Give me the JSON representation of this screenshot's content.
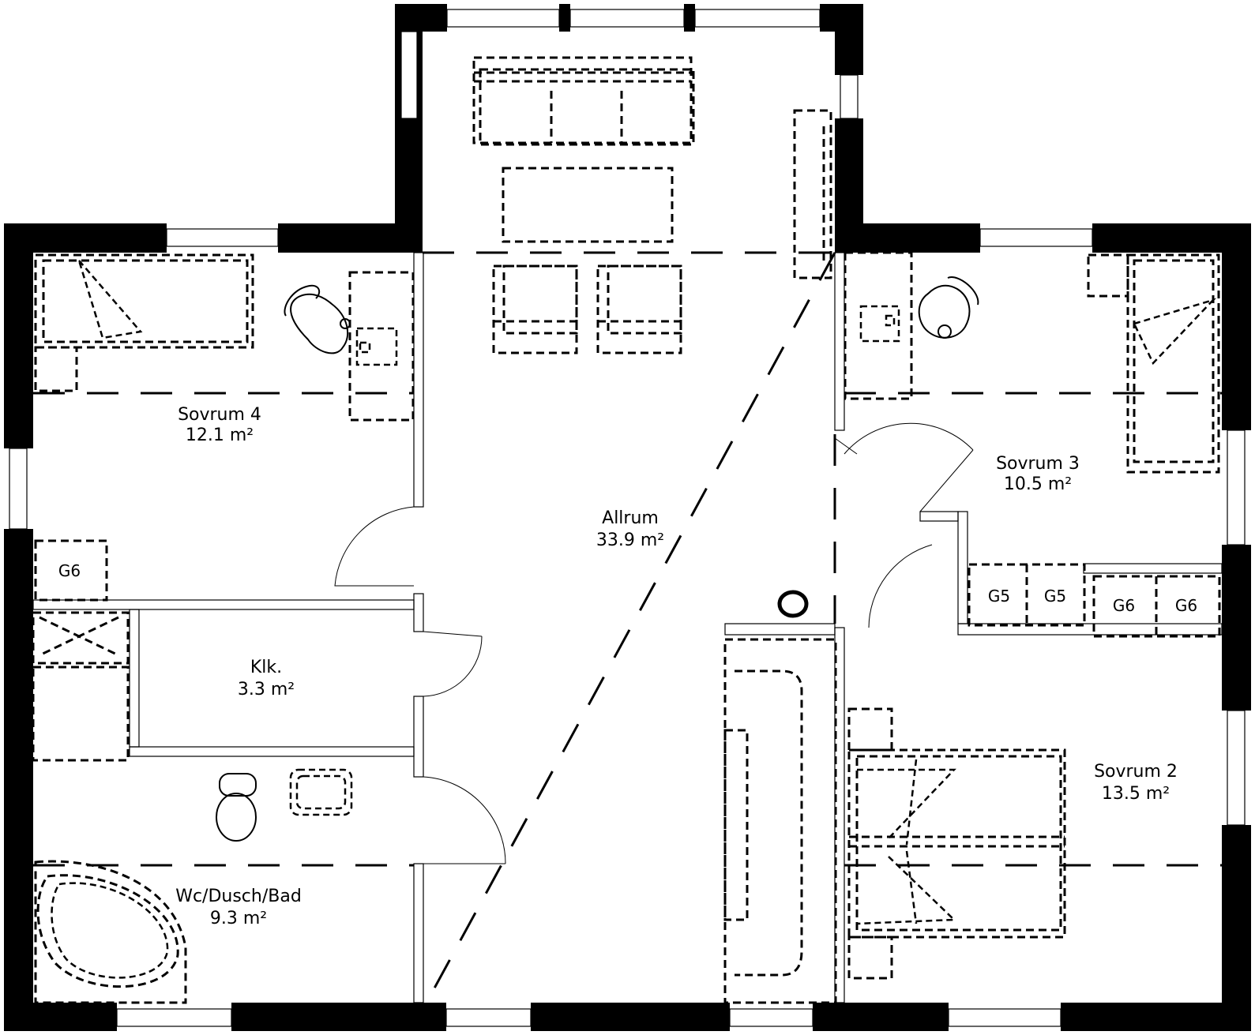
{
  "rooms": {
    "sovrum4": {
      "name": "Sovrum 4",
      "area": "12.1 m²"
    },
    "sovrum3": {
      "name": "Sovrum 3",
      "area": "10.5 m²"
    },
    "allrum": {
      "name": "Allrum",
      "area": "33.9 m²"
    },
    "klk": {
      "name": "Klk.",
      "area": "3.3 m²"
    },
    "wc": {
      "name": "Wc/Dusch/Bad",
      "area": "9.3 m²"
    },
    "sovrum2": {
      "name": "Sovrum 2",
      "area": "13.5 m²"
    }
  },
  "wardrobes": {
    "g6_sovrum4": "G6",
    "g5_a": "G5",
    "g5_b": "G5",
    "g6_a": "G6",
    "g6_b": "G6"
  }
}
